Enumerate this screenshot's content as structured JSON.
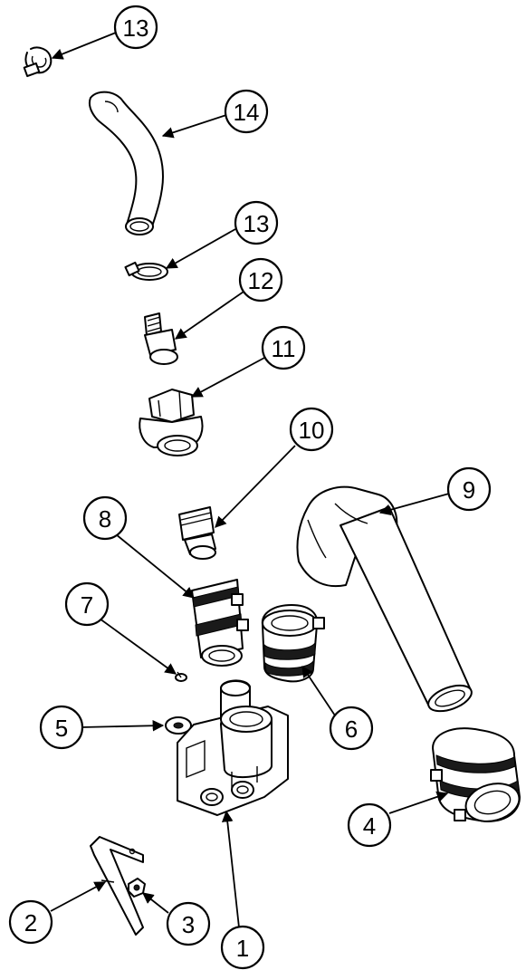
{
  "diagram": {
    "callouts": [
      {
        "id": "c13a",
        "label": "13"
      },
      {
        "id": "c14",
        "label": "14"
      },
      {
        "id": "c13b",
        "label": "13"
      },
      {
        "id": "c12",
        "label": "12"
      },
      {
        "id": "c11",
        "label": "11"
      },
      {
        "id": "c10",
        "label": "10"
      },
      {
        "id": "c9",
        "label": "9"
      },
      {
        "id": "c8",
        "label": "8"
      },
      {
        "id": "c7",
        "label": "7"
      },
      {
        "id": "c6",
        "label": "6"
      },
      {
        "id": "c5",
        "label": "5"
      },
      {
        "id": "c4",
        "label": "4"
      },
      {
        "id": "c3",
        "label": "3"
      },
      {
        "id": "c2",
        "label": "2"
      },
      {
        "id": "c1",
        "label": "1"
      }
    ]
  }
}
